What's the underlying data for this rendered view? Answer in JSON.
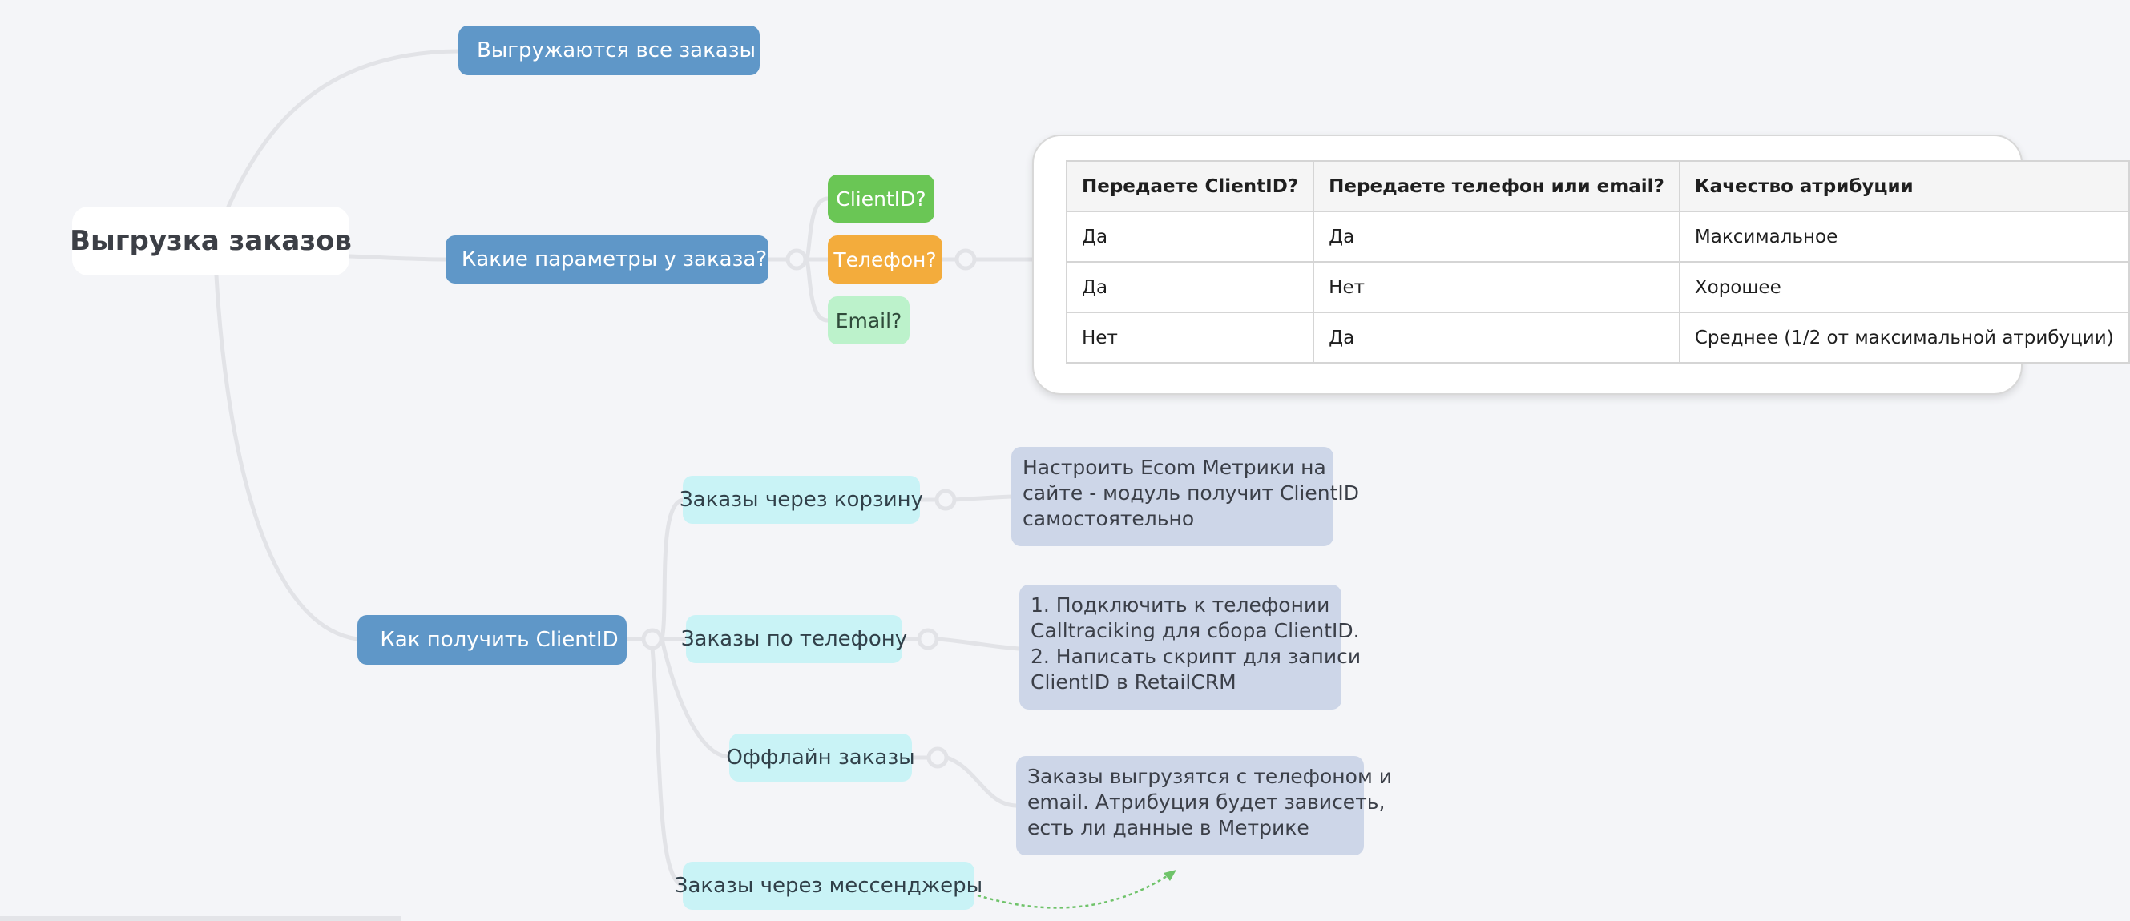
{
  "root": {
    "label": "Выгрузка заказов"
  },
  "branches": {
    "all_orders": {
      "label": "Выгружаются все заказы",
      "icon": "chart-up-icon"
    },
    "params": {
      "label": "Какие параметры у заказа?",
      "icon": "lightbulb-icon",
      "tags": [
        {
          "label": "ClientID?",
          "color": "#6ac655"
        },
        {
          "label": "Телефон?",
          "color": "#f3ac3c"
        },
        {
          "label": "Email?",
          "color": "#bcf2cb"
        }
      ]
    },
    "get_clientid": {
      "label": "Как получить ClientID",
      "icon": "checklist-icon",
      "children": [
        {
          "label": "Заказы через корзину",
          "note_lines": [
            "Настроить Ecom Метрики на",
            "сайте - модуль получит ClientID",
            "самостоятельно"
          ]
        },
        {
          "label": "Заказы по телефону",
          "note_lines": [
            "1. Подключить к телефонии",
            "Calltraciking для сбора ClientID.",
            "2. Написать скрипт для записи",
            "ClientID в RetailCRM"
          ]
        },
        {
          "label": "Оффлайн заказы",
          "note_lines": [
            "Заказы выгрузятся с телефоном и",
            "email. Атрибуция будет зависеть,",
            "есть ли данные в Метрике"
          ]
        },
        {
          "label": "Заказы через мессенджеры"
        }
      ]
    }
  },
  "table": {
    "headers": [
      "Передаете ClientID?",
      "Передаете телефон или email?",
      "Качество атрибуции"
    ],
    "rows": [
      [
        "Да",
        "Да",
        "Максимальное"
      ],
      [
        "Да",
        "Нет",
        "Хорошее"
      ],
      [
        "Нет",
        "Да",
        "Среднее (1/2 от максимальной атрибуции)"
      ]
    ]
  },
  "colors": {
    "line": "#e2e3e7",
    "blue_node": "#5f97c8",
    "cyan_node": "#c9f3f6",
    "note": "#cdd6e8",
    "relation_arrow": "#6fc36a"
  }
}
